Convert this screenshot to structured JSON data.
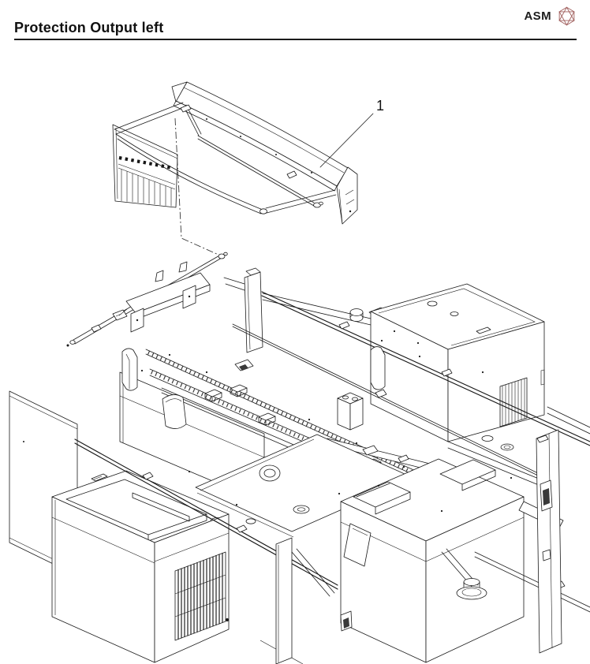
{
  "page": {
    "background": "#ffffff"
  },
  "header": {
    "title": "Protection Output left",
    "rule_color": "#1a1a1a",
    "brand": {
      "text": "ASM",
      "accent_color": "#a05f5d"
    }
  },
  "diagram": {
    "type": "exploded-parts-view",
    "line_color": "#1a1a1a",
    "callouts": [
      {
        "label": "1"
      }
    ]
  }
}
